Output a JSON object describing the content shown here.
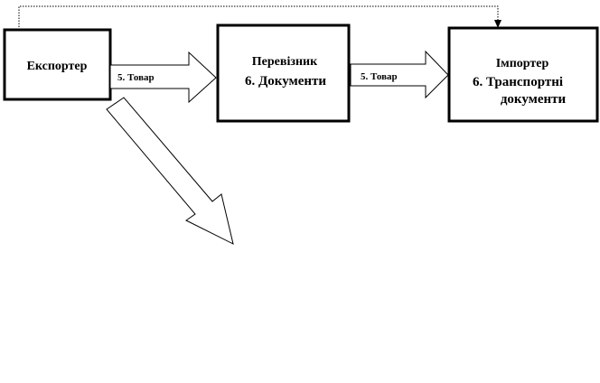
{
  "nodes": {
    "exporter": {
      "label": "Експортер"
    },
    "carrier": {
      "line1": "Перевізник",
      "line2": "6. Документи"
    },
    "importer": {
      "line1": "Імпортер",
      "line2": "6. Транспортні",
      "line3": "документи"
    }
  },
  "edges": {
    "exporter_to_carrier": {
      "label": "5. Товар"
    },
    "carrier_to_importer": {
      "label": "5. Товар"
    }
  }
}
